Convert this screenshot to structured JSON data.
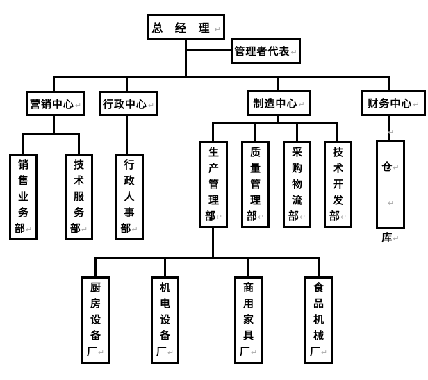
{
  "marks": {
    "return": "↵"
  },
  "org": {
    "root": {
      "label": "总 经 理"
    },
    "staff": {
      "label": "管理者代表"
    },
    "level2": [
      {
        "id": "marketing-center",
        "label": "营销中心"
      },
      {
        "id": "admin-center",
        "label": "行政中心"
      },
      {
        "id": "manufacturing-center",
        "label": "制造中心"
      },
      {
        "id": "finance-center",
        "label": "财务中心"
      }
    ],
    "level3": [
      {
        "id": "sales-business-dept",
        "parent": "marketing-center",
        "label": "销\n售\n业\n务\n部"
      },
      {
        "id": "technical-service-dept",
        "parent": "marketing-center",
        "label": "技\n术\n服\n务\n部"
      },
      {
        "id": "admin-hr-dept",
        "parent": "admin-center",
        "label": "行\n政\n人\n事\n部"
      },
      {
        "id": "production-management-dept",
        "parent": "manufacturing-center",
        "label": "生\n产\n管\n理\n部"
      },
      {
        "id": "quality-management-dept",
        "parent": "manufacturing-center",
        "label": "质\n量\n管\n理\n部"
      },
      {
        "id": "purchasing-logistics-dept",
        "parent": "manufacturing-center",
        "label": "采\n购\n物\n流\n部"
      },
      {
        "id": "technology-development-dept",
        "parent": "manufacturing-center",
        "label": "技\n术\n开\n发\n部"
      },
      {
        "id": "warehouse",
        "parent": "finance-center",
        "label_lines": [
          "",
          "仓",
          "",
          "库"
        ]
      }
    ],
    "level4": [
      {
        "id": "kitchen-equipment-factory",
        "parent": "production-management-dept",
        "label": "厨\n房\n设\n备\n厂"
      },
      {
        "id": "electromechanical-equipment-factory",
        "parent": "production-management-dept",
        "label": "机\n电\n设\n备\n厂"
      },
      {
        "id": "commercial-furniture-factory",
        "parent": "production-management-dept",
        "label": "商\n用\n家\n具\n厂"
      },
      {
        "id": "food-machinery-factory",
        "parent": "production-management-dept",
        "label": "食\n品\n机\n械\n厂"
      }
    ]
  }
}
